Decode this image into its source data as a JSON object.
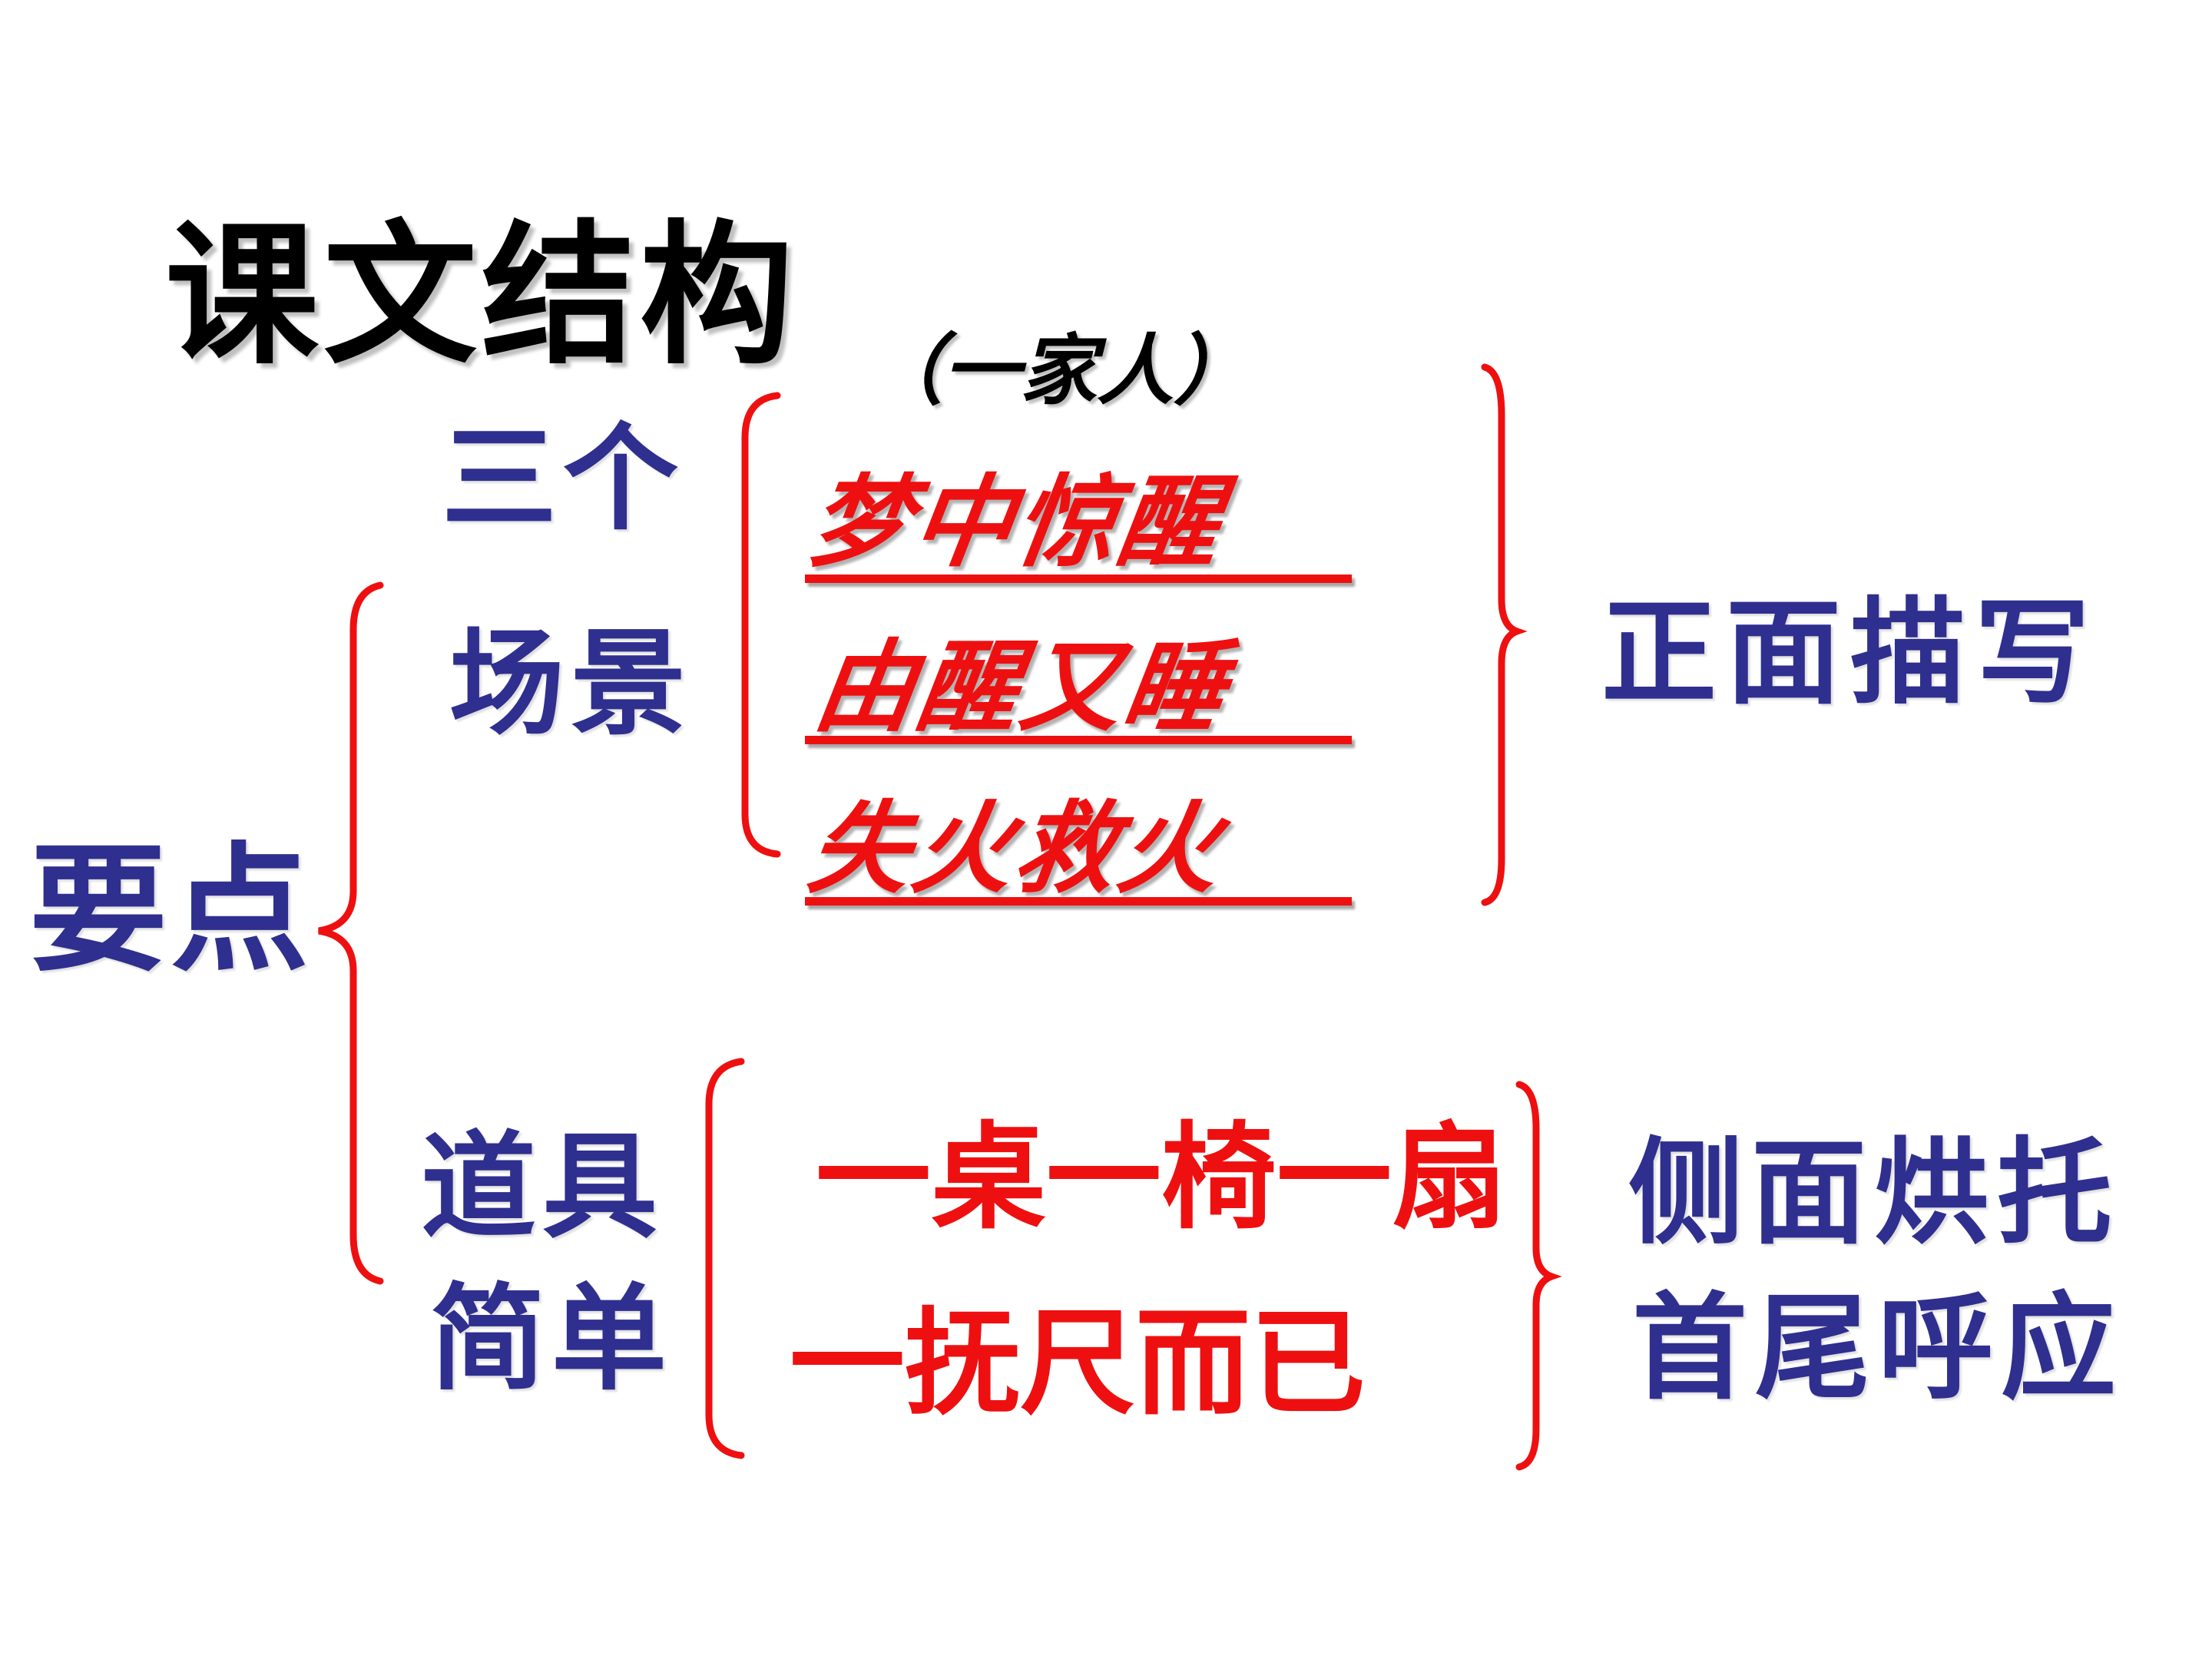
{
  "title": "课文结构",
  "subtitle_note": "（一家人）",
  "main_label": "要点",
  "scenes": {
    "label_line1": "三个",
    "label_line2": "场景",
    "items": [
      "梦中惊醒",
      "由醒又睡",
      "失火救火"
    ],
    "technique": "正面描写"
  },
  "props": {
    "label_line1": "道具",
    "label_line2": "简单",
    "items": [
      "一桌一椅一扇",
      "一抚尺而已"
    ],
    "technique_line1": "侧面烘托",
    "technique_line2": "首尾呼应"
  },
  "colors": {
    "blue_text": "#2f2f8f",
    "red_text": "#ee1010",
    "bracket": "#ee1010",
    "title_text": "#000000"
  }
}
